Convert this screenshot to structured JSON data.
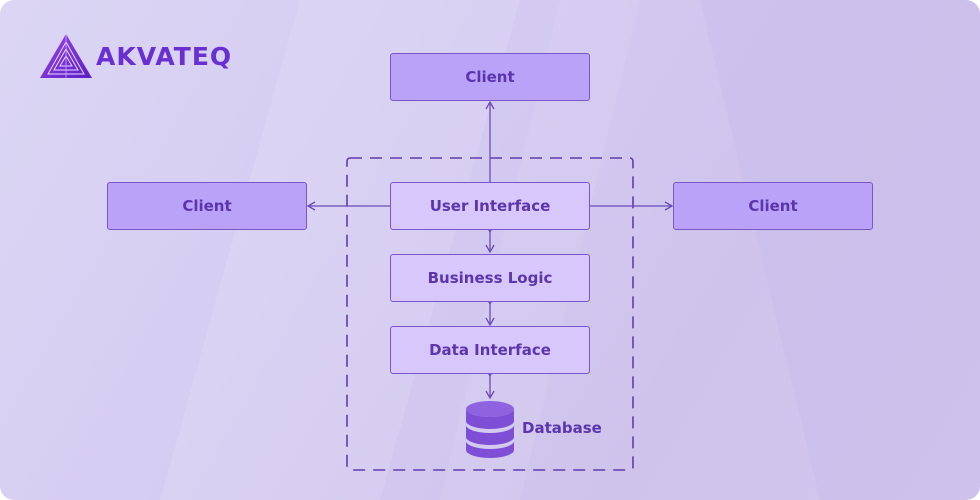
{
  "brand": {
    "name": "AKVATEQ",
    "color": "#6a2fd3"
  },
  "clients": {
    "top": "Client",
    "left": "Client",
    "right": "Client"
  },
  "layers": {
    "user_interface": "User Interface",
    "business_logic": "Business Logic",
    "data_interface": "Data Interface"
  },
  "database": {
    "label": "Database",
    "icon": "database-icon"
  },
  "colors": {
    "client_fill": "#b9a2f7",
    "layer_fill": "#d8c7fb",
    "stroke": "#7a57c9",
    "text": "#5a35ad",
    "db_icon": "#8f62e0"
  }
}
